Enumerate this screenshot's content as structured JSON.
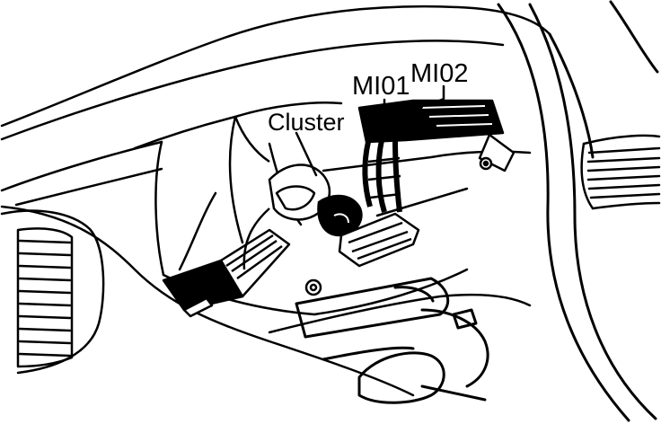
{
  "labels": {
    "cluster": "Cluster",
    "mi01": "MI01",
    "mi02": "MI02"
  },
  "colors": {
    "ink": "#000000",
    "background": "#ffffff"
  }
}
